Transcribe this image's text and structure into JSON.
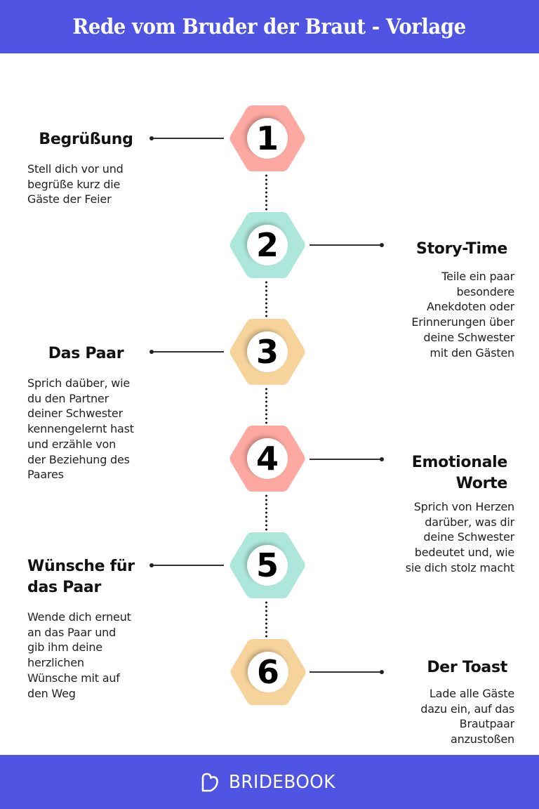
{
  "header": {
    "title": "Rede vom Bruder der Braut - Vorlage"
  },
  "colors": {
    "brand": "#4f54e2",
    "hex_pink": "#fda8a1",
    "hex_mint": "#ade7db",
    "hex_peach": "#f6d39b",
    "text": "#111111"
  },
  "steps": [
    {
      "number": "1",
      "title": "Begrüßung",
      "description": "Stell dich vor und begrüße kurz die Gäste der Feier",
      "lines": [
        "Stell dich vor und",
        "begrüße kurz die",
        "Gäste der Feier"
      ],
      "side": "left",
      "color": "pink"
    },
    {
      "number": "2",
      "title": "Story-Time",
      "description": "Teile ein paar besondere Anekdoten oder Erinnerungen über deine Schwester mit den Gästen",
      "lines": [
        "Teile ein paar",
        "besondere",
        "Anekdoten oder",
        "Erinnerungen über",
        "deine Schwester",
        "mit den Gästen"
      ],
      "side": "right",
      "color": "mint"
    },
    {
      "number": "3",
      "title": "Das Paar",
      "description": "Sprich daüber, wie du den Partner deiner Schwester kennengelernt hast und erzähle von der Beziehung des Paares",
      "lines": [
        "Sprich daüber, wie",
        "du den Partner",
        "deiner Schwester",
        "kennengelernt hast",
        "und erzähle von",
        "der Beziehung des",
        "Paares"
      ],
      "side": "left",
      "color": "peach"
    },
    {
      "number": "4",
      "title": "Emotionale Worte",
      "title_lines": [
        "Emotionale",
        "Worte"
      ],
      "description": "Sprich von Herzen darüber, was dir deine Schwester bedeutet und, wie sie dich stolz macht",
      "lines": [
        "Sprich von Herzen",
        "darüber, was dir",
        "deine Schwester",
        "bedeutet und, wie",
        "sie dich stolz macht"
      ],
      "side": "right",
      "color": "pink"
    },
    {
      "number": "5",
      "title": "Wünsche für das Paar",
      "title_lines": [
        "Wünsche für",
        "das Paar"
      ],
      "description": "Wende dich erneut an das Paar und gib ihm deine herzlichen Wünsche mit auf den Weg",
      "lines": [
        "Wende dich erneut",
        "an das Paar und",
        "gib ihm deine",
        "herzlichen",
        "Wünsche mit auf",
        "den Weg"
      ],
      "side": "left",
      "color": "mint"
    },
    {
      "number": "6",
      "title": "Der Toast",
      "description": "Lade alle Gäste dazu ein, auf das Brautpaar anzustoßen",
      "lines": [
        "Lade alle Gäste",
        "dazu ein, auf das",
        "Brautpaar",
        "anzustoßen"
      ],
      "side": "right",
      "color": "peach"
    }
  ],
  "footer": {
    "logo_icon": "heart-outline-icon",
    "logo_text": "BRIDEBOOK"
  }
}
